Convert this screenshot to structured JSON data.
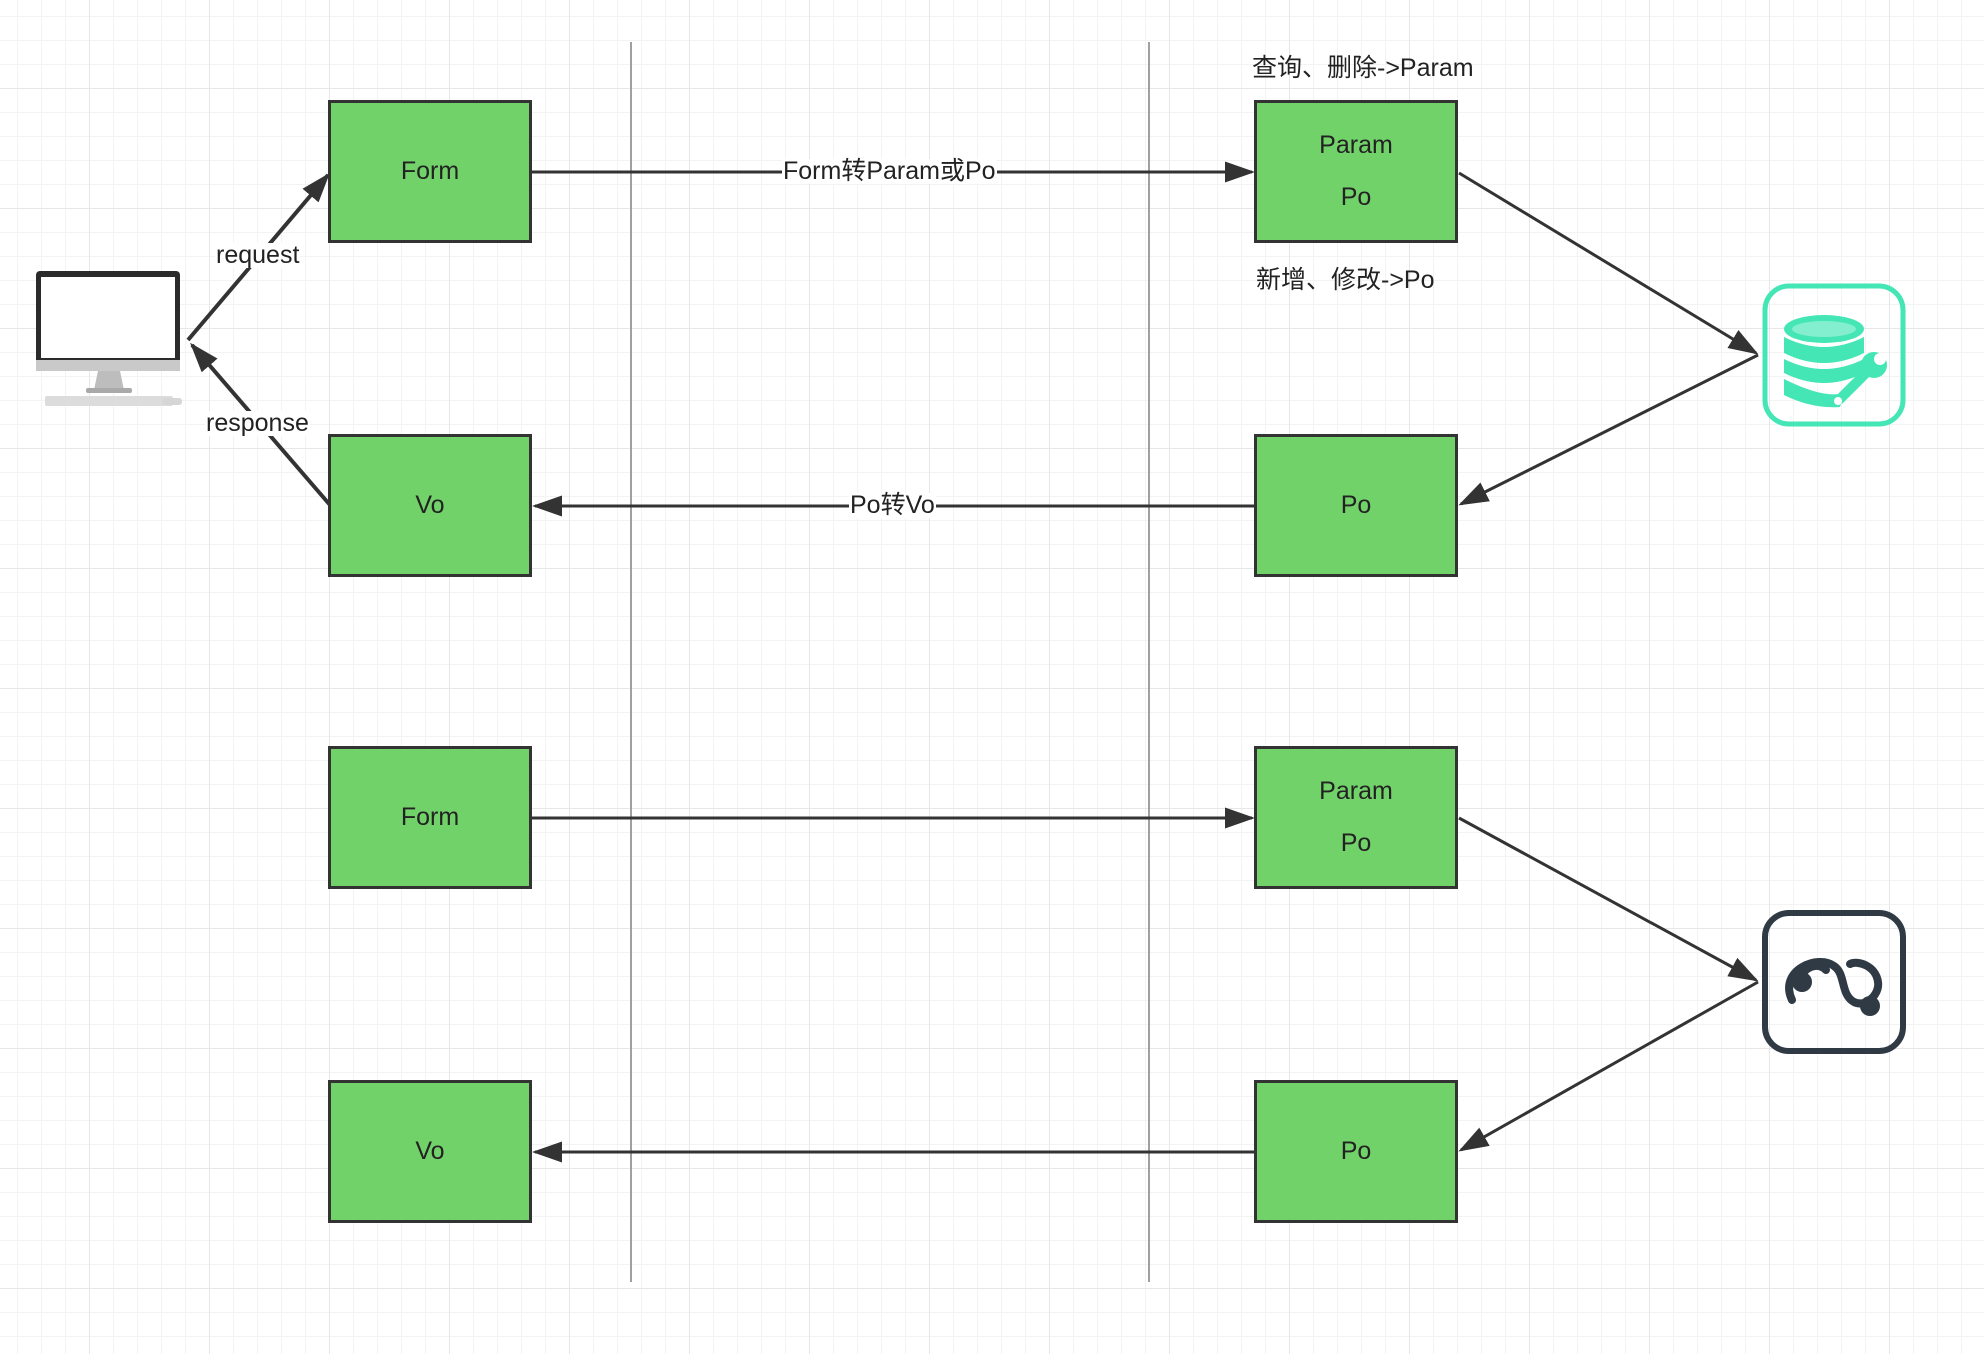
{
  "top_section": {
    "form_box": {
      "label": "Form"
    },
    "vo_box": {
      "label": "Vo"
    },
    "param_po_box": {
      "label_1": "Param",
      "label_2": "Po"
    },
    "po_box": {
      "label": "Po"
    },
    "request_label": "request",
    "response_label": "response",
    "form_to_param_label": "Form转Param或Po",
    "po_to_vo_label": "Po转Vo",
    "query_delete_note": "查询、删除->Param",
    "add_modify_note": "新增、修改->Po"
  },
  "bottom_section": {
    "form_box": {
      "label": "Form"
    },
    "vo_box": {
      "label": "Vo"
    },
    "param_po_box": {
      "label_1": "Param",
      "label_2": "Po"
    },
    "po_box": {
      "label": "Po"
    }
  },
  "icons": {
    "client": "desktop-computer-icon",
    "database": "database-tool-icon",
    "service": "remote-service-icon"
  },
  "colors": {
    "box_fill": "#72d26a",
    "box_border": "#333333",
    "arrow": "#333333",
    "database_icon": "#43e6b4",
    "service_icon": "#2f3a45",
    "divider": "#a0a0a0"
  }
}
